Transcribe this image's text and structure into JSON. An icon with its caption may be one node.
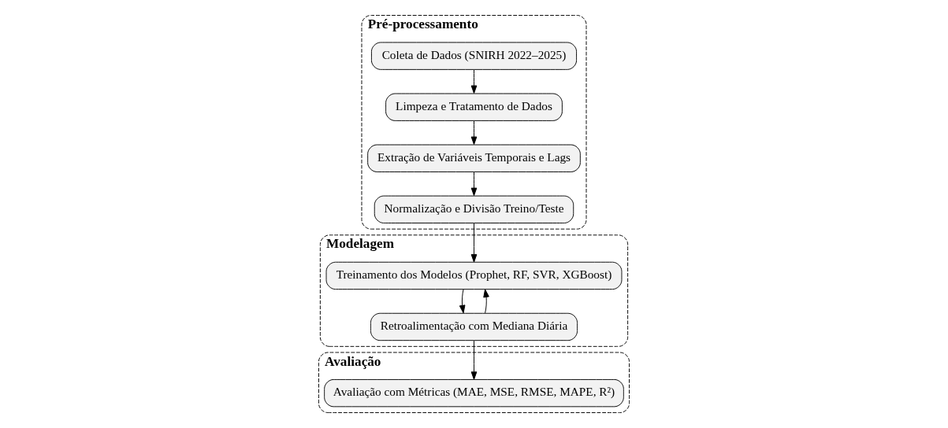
{
  "diagram": {
    "nodes": [
      {
        "text": [
          "Pré-processamento"
        ]
      },
      {
        "text": [
          "Coleta de Dados (SNIRH 2022–2025)"
        ],
        "in": 0
      },
      {
        "text": [
          "Limpeza e Tratamento de Dados"
        ],
        "in": 0
      },
      {
        "text": [
          "Extração de Variáveis Temporais e Lags"
        ],
        "in": 0
      },
      {
        "text": [
          "Normalização e Divisão Treino/Teste"
        ],
        "in": 0
      },
      {
        "text": [
          "Modelagem"
        ]
      },
      {
        "text": [
          "Treinamento dos Modelos (Prophet, RF, SVR, XGBoost)"
        ],
        "in": 5
      },
      {
        "text": [
          "Retroalimentação com Mediana Diária"
        ],
        "in": 5
      },
      {
        "text": [
          "Avaliação"
        ]
      },
      {
        "text": [
          "Avaliação com Métricas (MAE, MSE, RMSE, MAPE, R²)"
        ],
        "in": 8
      }
    ],
    "edges": [
      {
        "from": 1,
        "to": 2,
        "arrow": "to"
      },
      {
        "from": 2,
        "to": 3,
        "arrow": "to"
      },
      {
        "from": 3,
        "to": 4,
        "arrow": "to"
      },
      {
        "from": 4,
        "to": 6,
        "arrow": "to"
      },
      {
        "from": 6,
        "to": 7,
        "arrow": "to"
      },
      {
        "from": 7,
        "to": 6,
        "arrow": "to"
      },
      {
        "from": 7,
        "to": 9,
        "arrow": "to"
      }
    ]
  }
}
